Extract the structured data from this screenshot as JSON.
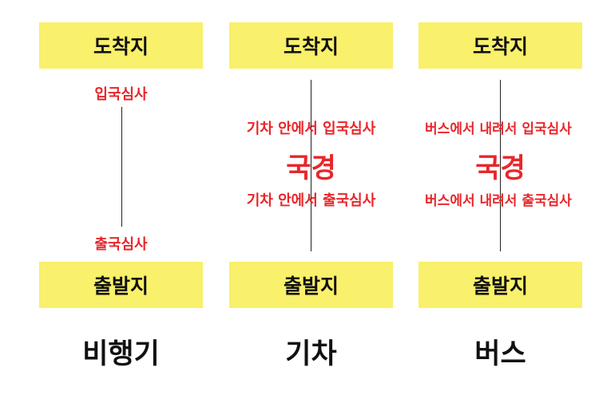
{
  "box_color": "#f9f06b",
  "label_color": "#e8262a",
  "columns": [
    {
      "top_box": "도착지",
      "bottom_box": "출발지",
      "mode": "비행기",
      "upper_label": "입국심사",
      "lower_label": "출국심사"
    },
    {
      "top_box": "도착지",
      "bottom_box": "출발지",
      "mode": "기차",
      "upper_label": "기차 안에서 입국심사",
      "border_label": "국경",
      "lower_label": "기차 안에서 출국심사"
    },
    {
      "top_box": "도착지",
      "bottom_box": "출발지",
      "mode": "버스",
      "upper_label": "버스에서 내려서 입국심사",
      "border_label": "국경",
      "lower_label": "버스에서 내려서 출국심사"
    }
  ]
}
